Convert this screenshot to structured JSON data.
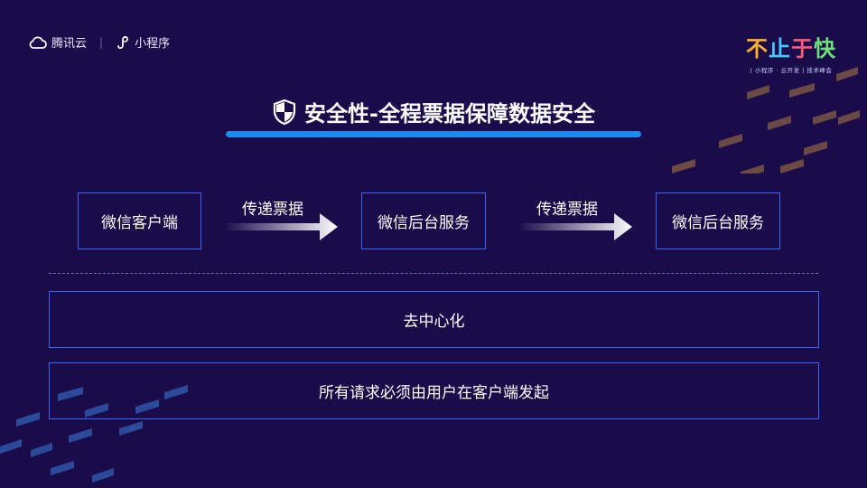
{
  "header": {
    "brand1": "腾讯云",
    "separator": "|",
    "brand2": "小程序",
    "logo_main": "不止于快",
    "logo_sub": "| 小程序 · 云开发 | 技术峰会"
  },
  "title": "安全性-全程票据保障数据安全",
  "flow": {
    "box1": "微信客户端",
    "arrow1": "传递票据",
    "box2": "微信后台服务",
    "arrow2": "传递票据",
    "box3": "微信后台服务"
  },
  "items": [
    "去中心化",
    "所有请求必须由用户在客户端发起"
  ],
  "colors": {
    "background": "#1a0b4b",
    "border": "#3d64ff",
    "title_bar": "#1e8bf0",
    "deco_top": "#6b4a44",
    "deco_bottom": "#2b4a9a"
  }
}
